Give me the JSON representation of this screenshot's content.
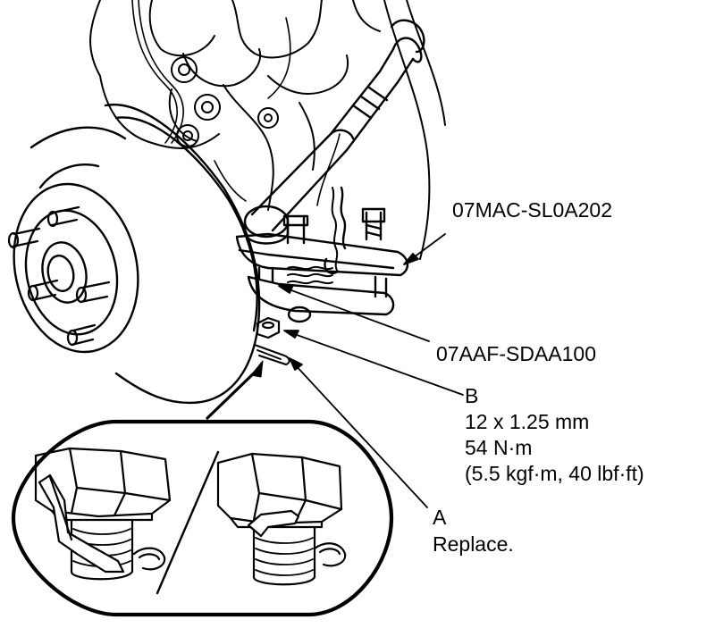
{
  "labels": {
    "tool1": "07MAC-SL0A202",
    "tool2": "07AAF-SDAA100",
    "b_letter": "B",
    "b_size": "12 x 1.25 mm",
    "b_torque": "54 N·m",
    "b_torque_alt": "(5.5 kgf·m, 40 lbf·ft)",
    "a_letter": "A",
    "a_note": "Replace."
  },
  "colors": {
    "ink": "#000000",
    "paper": "#ffffff"
  }
}
